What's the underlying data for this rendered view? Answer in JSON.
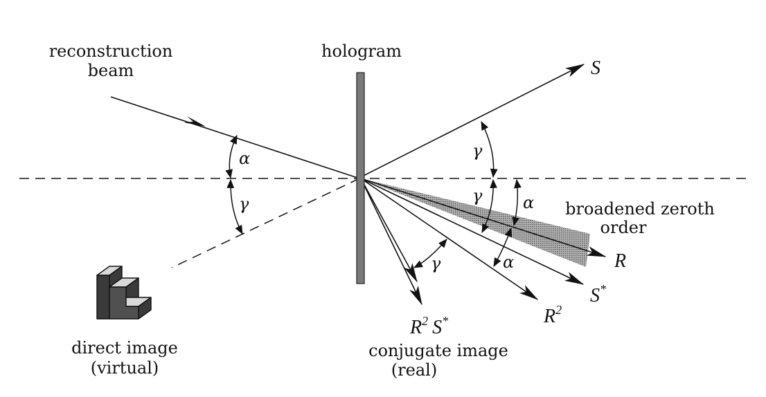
{
  "labels": {
    "reconstruction_beam_line1": "reconstruction",
    "reconstruction_beam_line2": "beam",
    "hologram": "hologram",
    "S": "S",
    "R": "R",
    "S_conj": "S",
    "S_conj_sup": "*",
    "R2_base": "R",
    "R2_sup": "2",
    "R2S_R": "R",
    "R2S_sup2": "2",
    "R2S_S": "S",
    "R2S_sup_star": "*",
    "broadened_line1": "broadened zeroth",
    "broadened_line2": "order",
    "direct_image_line1": "direct image",
    "direct_image_line2": "(virtual)",
    "conjugate_line1": "conjugate image",
    "conjugate_line2": "(real)",
    "alpha": "α",
    "gamma": "γ"
  },
  "colors": {
    "ink": "#111111",
    "hologram_plate": "#7a7a7a",
    "zeroth_order_band": "#8c8c8c",
    "object_dark": "#3a3a3a",
    "object_light": "#d9d9d9"
  }
}
